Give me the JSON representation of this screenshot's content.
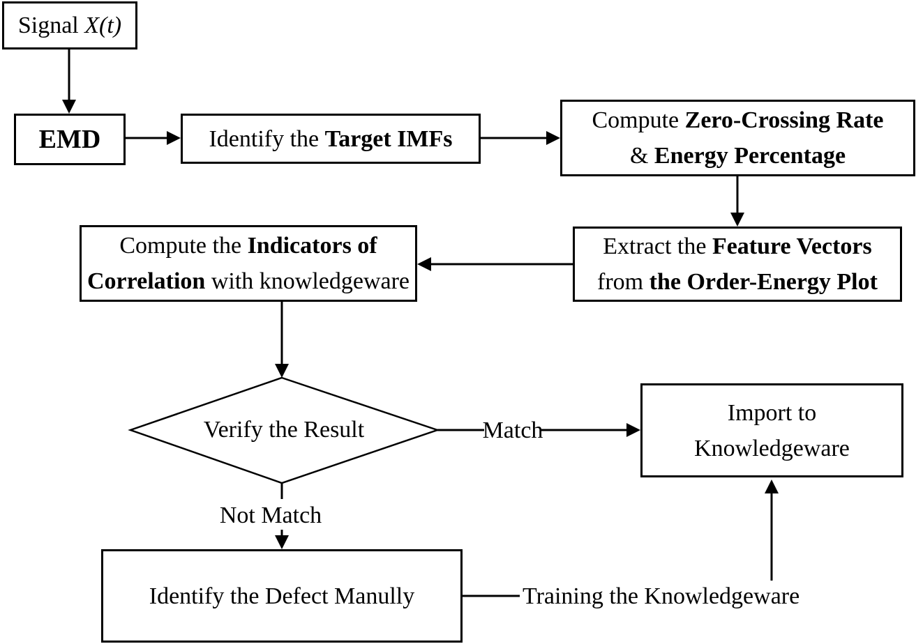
{
  "diagram": {
    "title_hint": "EMD-based defect identification flowchart",
    "colors": {
      "line": "#000000",
      "background": "#ffffff",
      "text": "#000000"
    },
    "nodes": {
      "signal": {
        "prefix": "Signal ",
        "math": "X(t)"
      },
      "emd": {
        "label": "EMD"
      },
      "identify_imfs": {
        "prefix": "Identify the ",
        "bold": "Target IMFs"
      },
      "compute_zcr": {
        "line1_prefix": "Compute ",
        "line1_bold": "Zero-Crossing Rate",
        "line2_prefix": "& ",
        "line2_bold": "Energy Percentage"
      },
      "extract_features": {
        "line1_prefix": "Extract the ",
        "line1_bold": "Feature Vectors",
        "line2_prefix": "from ",
        "line2_bold": "the Order-Energy Plot"
      },
      "compute_indicators": {
        "line1_prefix": "Compute the ",
        "line1_bold": "Indicators of",
        "line2_bold": "Correlation",
        "line2_suffix": " with knowledgeware"
      },
      "verify": {
        "label": "Verify the Result"
      },
      "import_knowledgeware": {
        "line1": "Import to",
        "line2": "Knowledgeware"
      },
      "identify_defect": {
        "label": "Identify the Defect Manully"
      }
    },
    "edge_labels": {
      "match": "Match",
      "not_match": "Not Match",
      "training": "Training the Knowledgeware"
    }
  }
}
